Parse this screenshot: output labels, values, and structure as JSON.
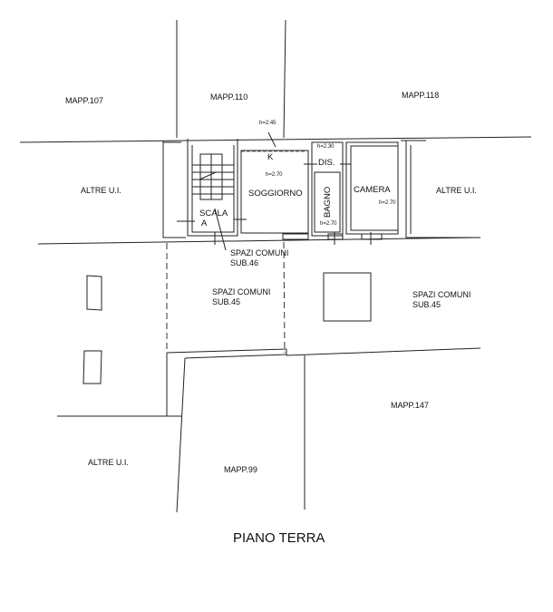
{
  "title": "PIANO TERRA",
  "parcels": {
    "mapp_107": "MAPP.107",
    "mapp_110": "MAPP.110",
    "mapp_118": "MAPP.118",
    "mapp_147": "MAPP.147",
    "mapp_99": "MAPP.99",
    "altre_left": "ALTRE U.I.",
    "altre_right": "ALTRE U.I.",
    "altre_bottom": "ALTRE U.I."
  },
  "common_areas": {
    "sub46_line1": "SPAZI COMUNI",
    "sub46_line2": "SUB.46",
    "sub45a_line1": "SPAZI COMUNI",
    "sub45a_line2": "SUB.45",
    "sub45b_line1": "SPAZI COMUNI",
    "sub45b_line2": "SUB.45"
  },
  "rooms": {
    "scala": "SCALA",
    "scala_a": "A",
    "k": "K",
    "soggiorno": "SOGGIORNO",
    "dis": "DIS.",
    "bagno": "BAGNO",
    "camera": "CAMERA"
  },
  "heights": {
    "k": "h=2.45",
    "soggiorno": "h=2.70",
    "dis": "h=2.30",
    "bagno": "h=2.70",
    "camera": "h=2.70"
  }
}
